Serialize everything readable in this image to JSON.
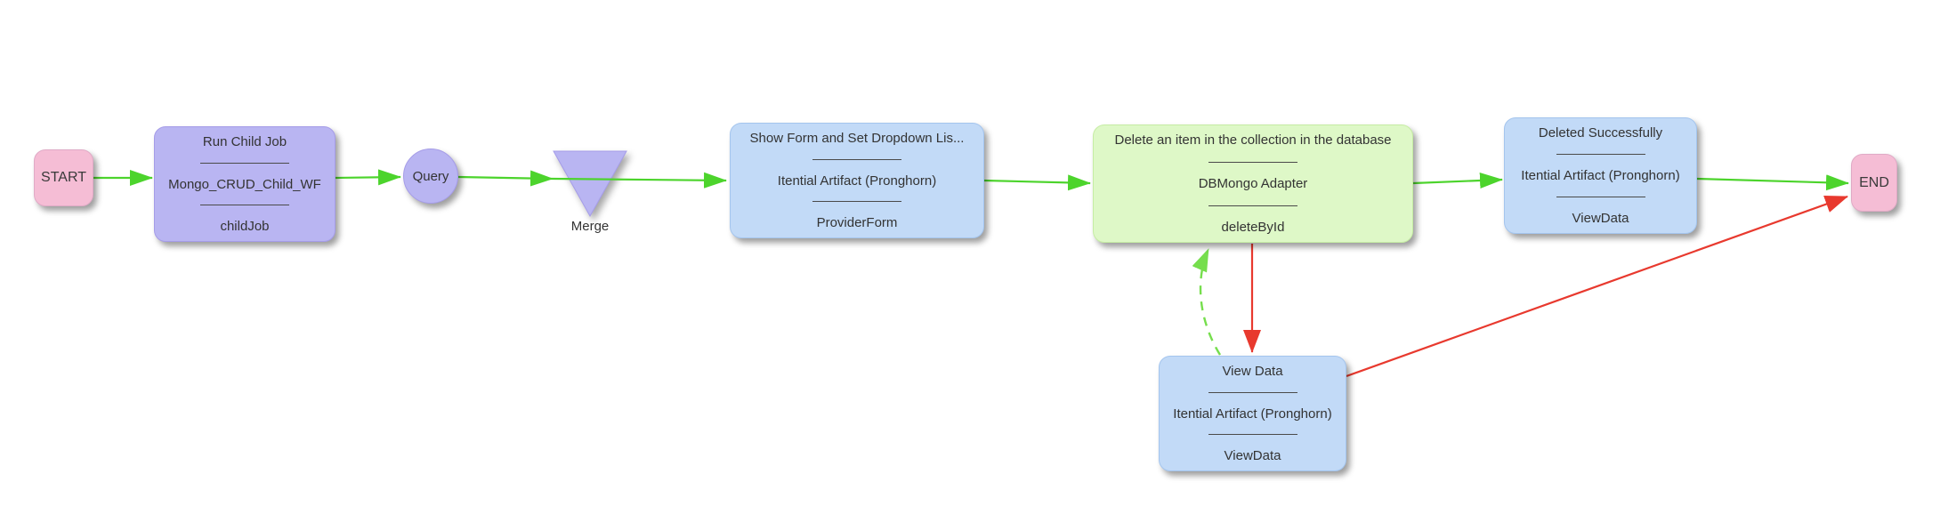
{
  "colors": {
    "text": "#333333",
    "arrow_green": "#4cd42c",
    "arrow_green_dashed": "#76de4d",
    "arrow_red": "#e8392e",
    "node_pink": "#f5bdd5",
    "node_pink_border": "#e0aac6",
    "node_purple": "#b9b5f2",
    "node_purple_border": "#a59ce8",
    "node_blue": "#c2daf7",
    "node_blue_border": "#a4c5ee",
    "node_green": "#def8c7",
    "node_green_border": "#c6eda4"
  },
  "nodes": {
    "start": {
      "label": "START"
    },
    "run_child_job": {
      "title": "Run Child Job",
      "middle": "Mongo_CRUD_Child_WF",
      "bottom": "childJob"
    },
    "query": {
      "label": "Query"
    },
    "merge": {
      "label": "Merge"
    },
    "provider_form": {
      "title": "Show Form and Set Dropdown Lis...",
      "middle": "Itential Artifact (Pronghorn)",
      "bottom": "ProviderForm"
    },
    "delete_item": {
      "title": "Delete an item in the collection in the database",
      "middle": "DBMongo Adapter",
      "bottom": "deleteById"
    },
    "deleted_successfully": {
      "title": "Deleted Successfully",
      "middle": "Itential Artifact (Pronghorn)",
      "bottom": "ViewData"
    },
    "view_data": {
      "title": "View Data",
      "middle": "Itential Artifact (Pronghorn)",
      "bottom": "ViewData"
    },
    "end": {
      "label": "END"
    }
  }
}
